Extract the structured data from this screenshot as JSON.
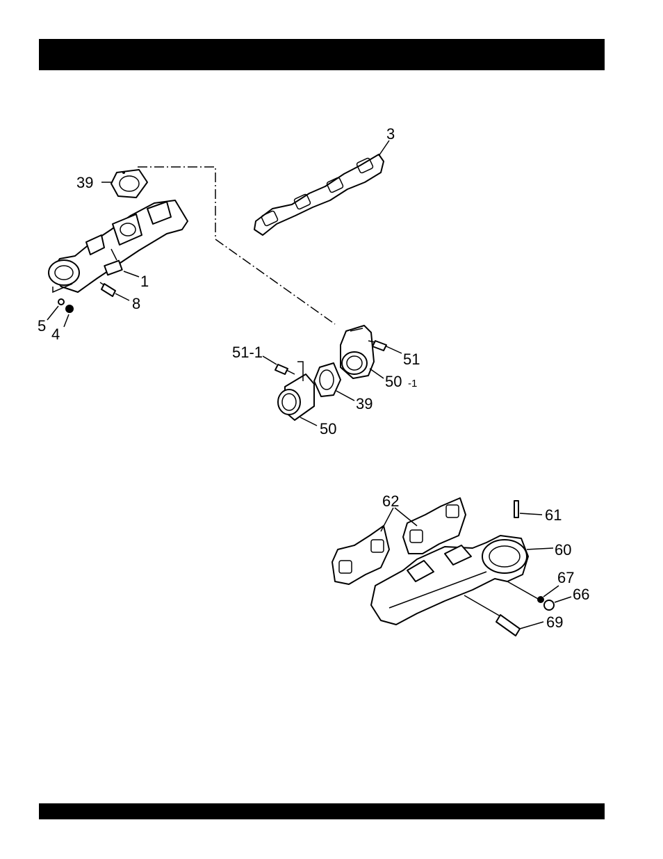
{
  "colors": {
    "ink": "#000000",
    "paper": "#ffffff"
  },
  "callouts": {
    "c39a": "39",
    "c3": "3",
    "c1": "1",
    "c8": "8",
    "c5": "5",
    "c4": "4",
    "c51_1": "51-1",
    "c51": "51",
    "c50_1": "50",
    "c50_1_suffix": "-1",
    "c39b": "39",
    "c50": "50",
    "c62": "62",
    "c61": "61",
    "c60": "60",
    "c67": "67",
    "c66": "66",
    "c69": "69"
  }
}
